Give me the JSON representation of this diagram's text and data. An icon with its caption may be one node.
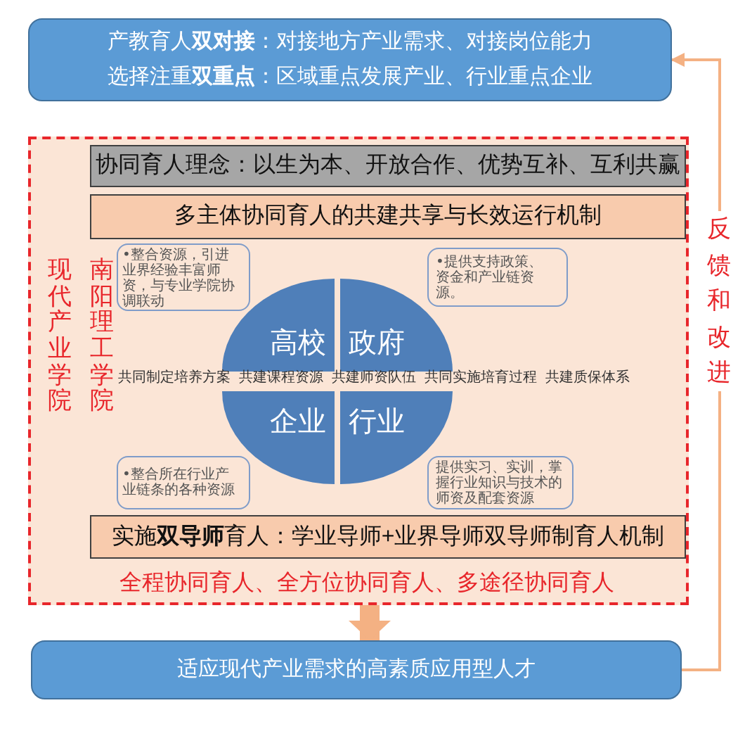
{
  "diagram": {
    "nodes": [
      {
        "text": [
          "产教育人**双对接**：对接地方产业需求、对接岗位能力",
          "选择注重**双重点**：区域重点发展产业、行业重点企业"
        ]
      },
      {
        "text": [
          "现代产业学院",
          "南阳理工学院",
          "全程协同育人、全方位协同育人、多途径协同育人"
        ]
      },
      {
        "text": [
          "协同育人理念：以生为本、开放合作、优势互补、互利共赢"
        ],
        "in": 1
      },
      {
        "text": [
          "多主体协同育人的共建共享与长效运行机制"
        ],
        "in": 1
      },
      {
        "text": [
          "•整合资源，引进业界经验丰富师资，与专业学院协调联动"
        ],
        "in": 1
      },
      {
        "text": [
          "•提供支持政策、资金和产业链资源。"
        ],
        "in": 1
      },
      {
        "text": [
          "高校"
        ],
        "in": 1
      },
      {
        "text": [
          "政府"
        ],
        "in": 1
      },
      {
        "text": [
          "企业"
        ],
        "in": 1
      },
      {
        "text": [
          "行业"
        ],
        "in": 1
      },
      {
        "text": [
          "•整合所在行业产业链条的各种资源"
        ],
        "in": 1
      },
      {
        "text": [
          "提供实习、实训，掌握行业知识与技术的师资及配套资源"
        ],
        "in": 1
      },
      {
        "text": [
          "实施**双导师**育人：学业导师+业界导师双导师制育人机制"
        ],
        "in": 1
      },
      {
        "text": [
          "适应现代产业需求的高素质应用型人才"
        ]
      }
    ],
    "edges": [
      {
        "from": 1,
        "to": 13,
        "arrow": "to",
        "style": "thick",
        "color": "#f4b183"
      },
      {
        "from": 13,
        "to": 0,
        "arrow": "to",
        "label": "反馈和改进",
        "color": "#f4b183"
      }
    ],
    "labels": [
      "共同制定培养方案",
      "共建课程资源",
      "共建师资队伍",
      "共同实施培育过程",
      "共建质保体系"
    ]
  }
}
